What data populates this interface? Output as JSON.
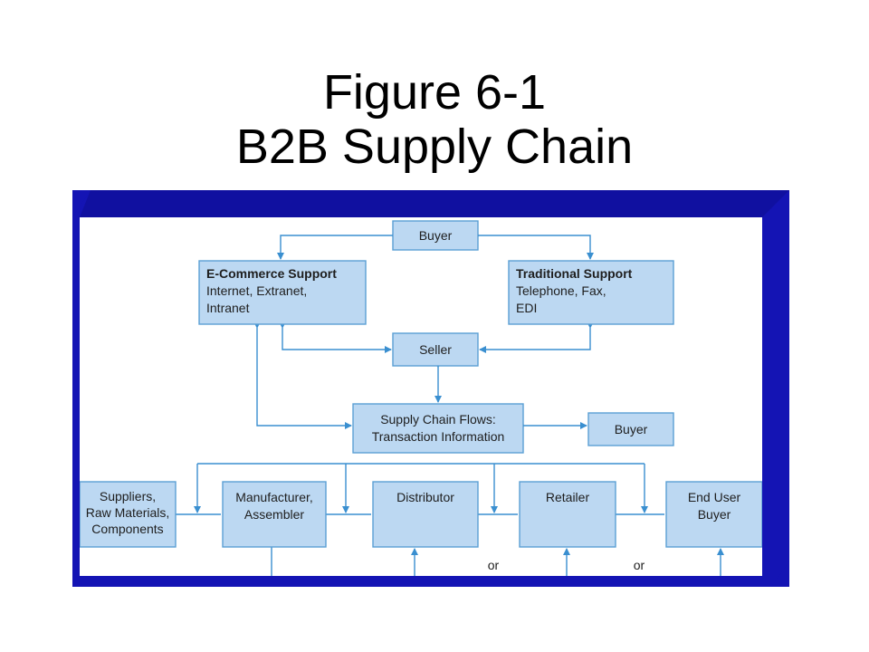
{
  "title": {
    "line1": "Figure 6-1",
    "line2": "B2B Supply Chain"
  },
  "colors": {
    "frame": "#1414b4",
    "box_fill": "#bcd8f2",
    "box_stroke": "#5a9fd4",
    "arrow": "#3a8fd0"
  },
  "diagram": {
    "buyer_top": "Buyer",
    "ecommerce": {
      "heading": "E-Commerce Support",
      "line1": "Internet, Extranet,",
      "line2": "Intranet"
    },
    "traditional": {
      "heading": "Traditional Support",
      "line1": "Telephone, Fax,",
      "line2": "EDI"
    },
    "seller": "Seller",
    "flows": {
      "line1": "Supply Chain Flows:",
      "line2": "Transaction Information"
    },
    "buyer_right": "Buyer",
    "chain": {
      "suppliers": {
        "line1": "Suppliers,",
        "line2": "Raw Materials,",
        "line3": "Components"
      },
      "manufacturer": {
        "line1": "Manufacturer,",
        "line2": "Assembler"
      },
      "distributor": "Distributor",
      "retailer": "Retailer",
      "enduser": {
        "line1": "End User",
        "line2": "Buyer"
      }
    },
    "or_left": "or",
    "or_right": "or"
  }
}
